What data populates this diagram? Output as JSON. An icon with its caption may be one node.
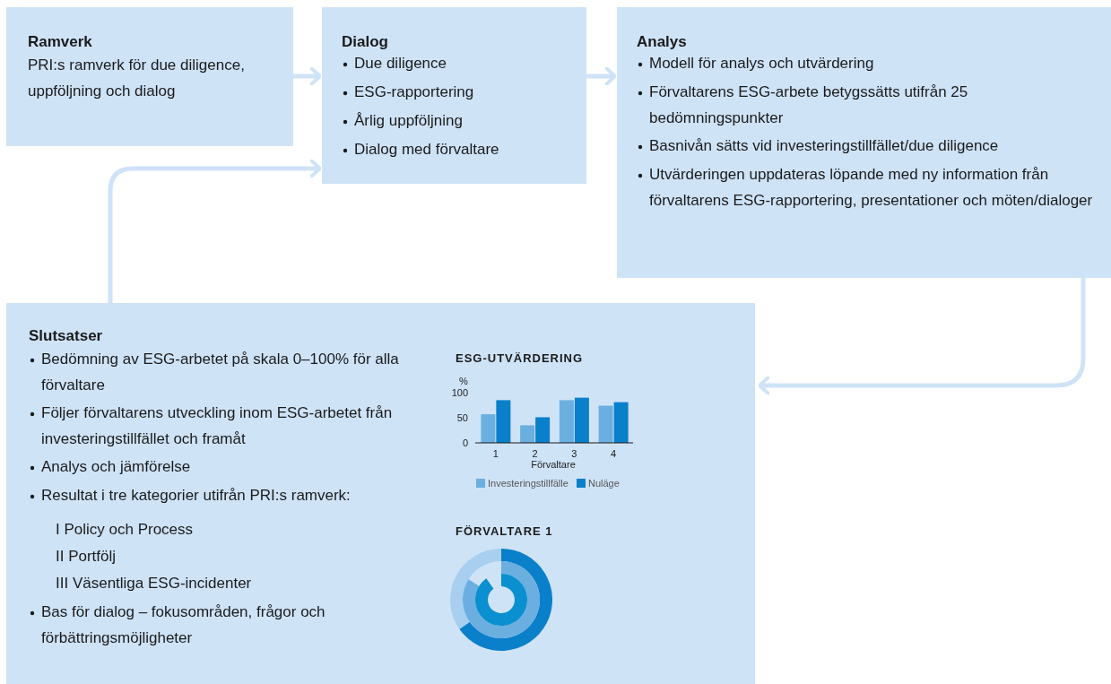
{
  "diagram": {
    "nodes": [
      {
        "text": [
          "Ramverk",
          "PRI:s ramverk för due diligence, uppföljning och dialog"
        ]
      },
      {
        "text": [
          "Dialog",
          "Due diligence",
          "ESG-rapportering",
          "Årlig uppföljning",
          "Dialog med förvaltare"
        ]
      },
      {
        "text": [
          "Analys",
          "Modell för analys och utvärdering",
          "Förvaltarens ESG-arbete betygssätts utifrån 25 bedömningspunkter",
          "Basnivån sätts vid investeringstillfället/due diligence",
          "Utvärderingen uppdateras löpande med ny information från förvaltarens ESG-rapportering, presentationer och möten/dialoger"
        ]
      },
      {
        "text": [
          "Slutsatser",
          "Bedömning av ESG-arbetet på skala 0–100% för alla förvaltare",
          "Följer förvaltarens utveckling inom ESG-arbetet från investeringstillfället och framåt",
          "Analys och jämförelse",
          "Resultat i tre kategorier utifrån PRI:s ramverk:",
          "I Policy och Process",
          "II Portfölj",
          "III Väsentliga ESG-incidenter",
          "Bas för dialog – fokusområden, frågor och förbättringsmöjligheter"
        ]
      }
    ],
    "edges": [
      {
        "from": 0,
        "to": 1,
        "arrow": "to"
      },
      {
        "from": 1,
        "to": 2,
        "arrow": "to"
      },
      {
        "from": 2,
        "to": 3,
        "arrow": "to"
      },
      {
        "from": 3,
        "to": 1,
        "arrow": "to"
      }
    ],
    "labels": [
      "FÖRVALTARE 1"
    ],
    "chart_data": {
      "type": "bar",
      "title": "ESG-UTVÄRDERING",
      "xlabel": "Förvaltare",
      "ylabel": "%",
      "categories": [
        "1",
        "2",
        "3",
        "4"
      ],
      "yticks": [
        0,
        50,
        100
      ],
      "ylim": [
        0,
        100
      ],
      "legend": "bottom",
      "series": [
        {
          "name": "Investeringstillfälle",
          "color": "#6aafe0",
          "values": [
            57,
            35,
            85,
            74
          ]
        },
        {
          "name": "Nuläge",
          "color": "#0a7fca",
          "values": [
            85,
            51,
            90,
            81
          ]
        }
      ]
    }
  }
}
